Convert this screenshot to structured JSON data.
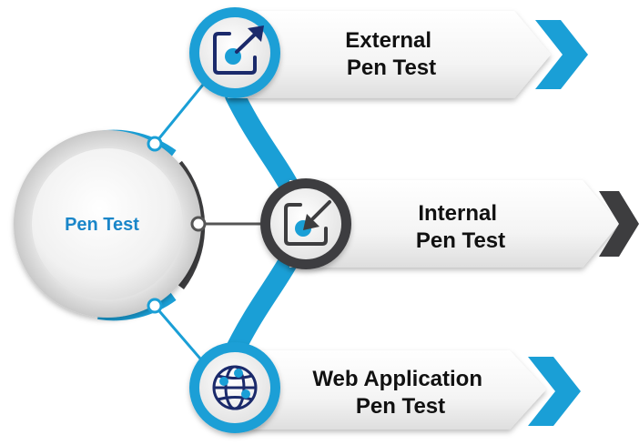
{
  "center": {
    "label": "Pen Test"
  },
  "items": [
    {
      "line1": "External",
      "line2": "Pen Test",
      "icon": "arrow-out-icon",
      "accent": "#1a9fd6"
    },
    {
      "line1": "Internal",
      "line2": "Pen Test",
      "icon": "arrow-in-icon",
      "accent": "#3d3d3f"
    },
    {
      "line1": "Web Application",
      "line2": "Pen Test",
      "icon": "globe-network-icon",
      "accent": "#1a9fd6"
    }
  ],
  "colors": {
    "blue": "#1a9fd6",
    "dark": "#3d3d3f",
    "navy": "#1b2a6b",
    "center_text": "#1a86c9",
    "label_text": "#111111"
  }
}
